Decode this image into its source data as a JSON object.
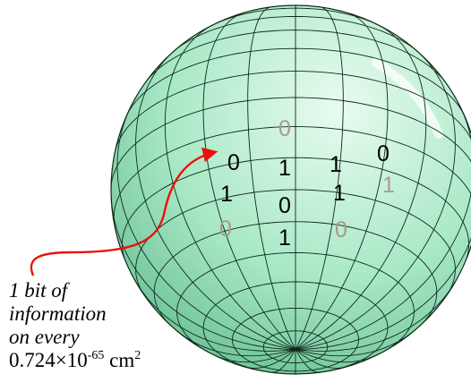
{
  "colors": {
    "sphere_light": "#e8fbef",
    "sphere_mid": "#a8e8c6",
    "sphere_dark": "#5fb88c",
    "grid_line": "#0d2a1a",
    "bit_dark": "#000000",
    "bit_faded": "#a99a8c",
    "arrow": "#e8120c"
  },
  "icons": {
    "arrow": "curved-arrow"
  },
  "bits": [
    {
      "value": "0",
      "faded": true
    },
    {
      "value": "0",
      "faded": false
    },
    {
      "value": "1",
      "faded": false
    },
    {
      "value": "1",
      "faded": false
    },
    {
      "value": "0",
      "faded": false
    },
    {
      "value": "1",
      "faded": false
    },
    {
      "value": "0",
      "faded": false
    },
    {
      "value": "1",
      "faded": false
    },
    {
      "value": "1",
      "faded": true
    },
    {
      "value": "0",
      "faded": true
    },
    {
      "value": "1",
      "faded": false
    },
    {
      "value": "0",
      "faded": true
    }
  ],
  "caption": {
    "line1": "1 bit of",
    "line2": "information",
    "line3": "on every",
    "number": "0.724",
    "times": "×",
    "base": "10",
    "exponent": "-65",
    "unit": "cm",
    "unit_exponent": "2"
  }
}
